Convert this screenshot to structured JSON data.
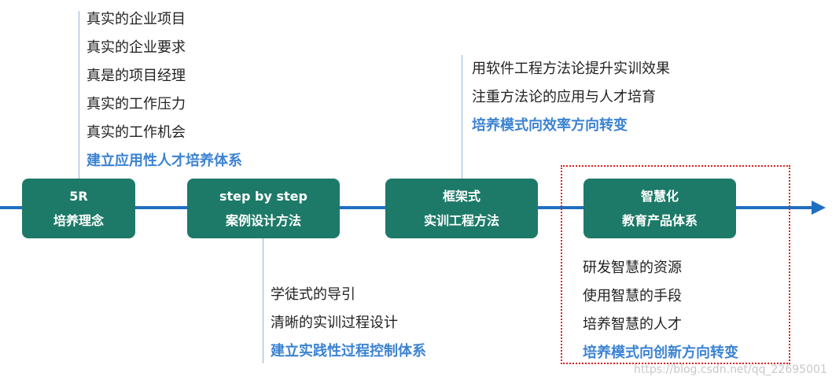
{
  "stages": [
    {
      "line1": "5R",
      "line2": "培养理念"
    },
    {
      "line1": "step by step",
      "line2": "案例设计方法"
    },
    {
      "line1": "框架式",
      "line2": "实训工程方法"
    },
    {
      "line1": "智慧化",
      "line2": "教育产品体系"
    }
  ],
  "notes": {
    "stage1": [
      "真实的企业项目",
      "真实的企业要求",
      "真是的项目经理",
      "真实的工作压力",
      "真实的工作机会"
    ],
    "stage1_highlight": "建立应用性人才培养体系",
    "stage2": [
      "学徒式的导引",
      "清晰的实训过程设计"
    ],
    "stage2_highlight": "建立实践性过程控制体系",
    "stage3": [
      "用软件工程方法论提升实训效果",
      "注重方法论的应用与人才培育"
    ],
    "stage3_highlight": "培养模式向效率方向转变",
    "stage4": [
      "研发智慧的资源",
      "使用智慧的手段",
      "培养智慧的人才"
    ],
    "stage4_highlight": "培养模式向创新方向转变"
  },
  "watermark": "https://blog.csdn.net/qq_22695001",
  "colors": {
    "box": "#1e7a68",
    "timeline": "#1f6fc0",
    "highlight": "#3c83d2",
    "frame": "#e02020"
  }
}
